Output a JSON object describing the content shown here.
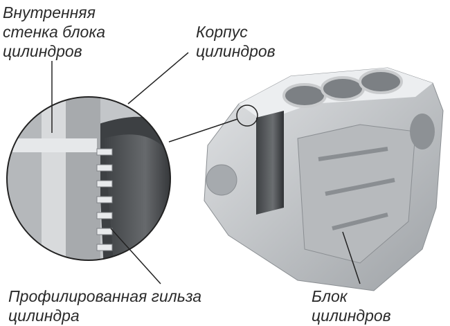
{
  "labels": {
    "inner_wall": [
      "Внутренняя",
      "стенка блока",
      "цилиндров"
    ],
    "cylinder_housing": [
      "Корпус",
      "цилиндров"
    ],
    "profiled_liner": [
      "Профилированная гильза",
      "цилиндра"
    ],
    "cylinder_block": [
      "Блок",
      "цилиндров"
    ]
  },
  "colors": {
    "text": "#2a2a2a",
    "metal_light": "#d4d6d8",
    "metal_mid": "#a9acaf",
    "metal_dark": "#5a5d60"
  }
}
